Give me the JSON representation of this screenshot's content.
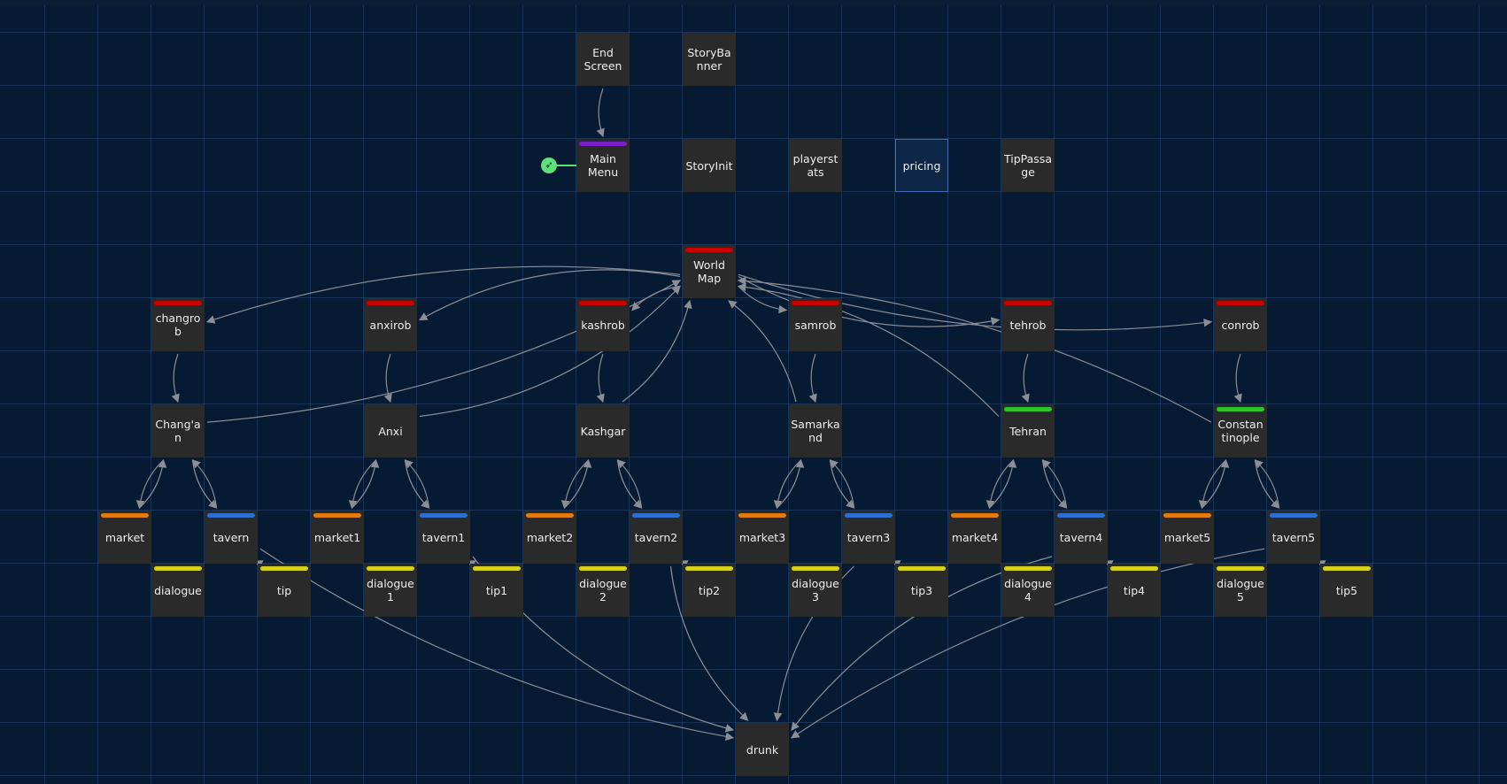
{
  "app": {
    "start_icon": "rocket-icon",
    "start_color": "#5de07a",
    "grid_color": "#2a4f80",
    "background": "#061a33",
    "arrow_color": "#8a8f96"
  },
  "tag_colors": {
    "red": "#c80000",
    "purple": "#7a1fc9",
    "green": "#2bc42b",
    "orange": "#e07b12",
    "blue": "#2d6fd1",
    "yellow": "#d4d21c"
  },
  "passages": [
    {
      "id": "end-screen",
      "label": "End Screen",
      "tag": null,
      "selected": false
    },
    {
      "id": "storybanner",
      "label": "StoryBanner",
      "tag": null,
      "selected": false
    },
    {
      "id": "main-menu",
      "label": "Main Menu",
      "tag": "purple",
      "selected": false,
      "start": true
    },
    {
      "id": "storyinit",
      "label": "StoryInit",
      "tag": null,
      "selected": false
    },
    {
      "id": "playerstats",
      "label": "playerstats",
      "tag": null,
      "selected": false
    },
    {
      "id": "pricing",
      "label": "pricing",
      "tag": null,
      "selected": true
    },
    {
      "id": "tippassage",
      "label": "TipPassage",
      "tag": null,
      "selected": false
    },
    {
      "id": "world-map",
      "label": "World Map",
      "tag": "red",
      "selected": false
    },
    {
      "id": "changrob",
      "label": "changrob",
      "tag": "red",
      "selected": false
    },
    {
      "id": "anxirob",
      "label": "anxirob",
      "tag": "red",
      "selected": false
    },
    {
      "id": "kashrob",
      "label": "kashrob",
      "tag": "red",
      "selected": false
    },
    {
      "id": "samrob",
      "label": "samrob",
      "tag": "red",
      "selected": false
    },
    {
      "id": "tehrob",
      "label": "tehrob",
      "tag": "red",
      "selected": false
    },
    {
      "id": "conrob",
      "label": "conrob",
      "tag": "red",
      "selected": false
    },
    {
      "id": "changan",
      "label": "Chang'an",
      "tag": null,
      "selected": false
    },
    {
      "id": "anxi",
      "label": "Anxi",
      "tag": null,
      "selected": false
    },
    {
      "id": "kashgar",
      "label": "Kashgar",
      "tag": null,
      "selected": false
    },
    {
      "id": "samarkand",
      "label": "Samarkand",
      "tag": null,
      "selected": false
    },
    {
      "id": "tehran",
      "label": "Tehran",
      "tag": "green",
      "selected": false
    },
    {
      "id": "constantinople",
      "label": "Constantinople",
      "tag": "green",
      "selected": false
    },
    {
      "id": "market",
      "label": "market",
      "tag": "orange",
      "selected": false
    },
    {
      "id": "tavern",
      "label": "tavern",
      "tag": "blue",
      "selected": false
    },
    {
      "id": "market1",
      "label": "market1",
      "tag": "orange",
      "selected": false
    },
    {
      "id": "tavern1",
      "label": "tavern1",
      "tag": "blue",
      "selected": false
    },
    {
      "id": "market2",
      "label": "market2",
      "tag": "orange",
      "selected": false
    },
    {
      "id": "tavern2",
      "label": "tavern2",
      "tag": "blue",
      "selected": false
    },
    {
      "id": "market3",
      "label": "market3",
      "tag": "orange",
      "selected": false
    },
    {
      "id": "tavern3",
      "label": "tavern3",
      "tag": "blue",
      "selected": false
    },
    {
      "id": "market4",
      "label": "market4",
      "tag": "orange",
      "selected": false
    },
    {
      "id": "tavern4",
      "label": "tavern4",
      "tag": "blue",
      "selected": false
    },
    {
      "id": "market5",
      "label": "market5",
      "tag": "orange",
      "selected": false
    },
    {
      "id": "tavern5",
      "label": "tavern5",
      "tag": "blue",
      "selected": false
    },
    {
      "id": "dialogue",
      "label": "dialogue",
      "tag": "yellow",
      "selected": false
    },
    {
      "id": "tip",
      "label": "tip",
      "tag": "yellow",
      "selected": false
    },
    {
      "id": "dialogue1",
      "label": "dialogue1",
      "tag": "yellow",
      "selected": false
    },
    {
      "id": "tip1",
      "label": "tip1",
      "tag": "yellow",
      "selected": false
    },
    {
      "id": "dialogue2",
      "label": "dialogue2",
      "tag": "yellow",
      "selected": false
    },
    {
      "id": "tip2",
      "label": "tip2",
      "tag": "yellow",
      "selected": false
    },
    {
      "id": "dialogue3",
      "label": "dialogue3",
      "tag": "yellow",
      "selected": false
    },
    {
      "id": "tip3",
      "label": "tip3",
      "tag": "yellow",
      "selected": false
    },
    {
      "id": "dialogue4",
      "label": "dialogue4",
      "tag": "yellow",
      "selected": false
    },
    {
      "id": "tip4",
      "label": "tip4",
      "tag": "yellow",
      "selected": false
    },
    {
      "id": "dialogue5",
      "label": "dialogue5",
      "tag": "yellow",
      "selected": false
    },
    {
      "id": "tip5",
      "label": "tip5",
      "tag": "yellow",
      "selected": false
    },
    {
      "id": "drunk",
      "label": "drunk",
      "tag": null,
      "selected": false
    }
  ],
  "links": [
    [
      "end-screen",
      "main-menu"
    ],
    [
      "world-map",
      "changrob"
    ],
    [
      "world-map",
      "anxirob"
    ],
    [
      "world-map",
      "kashrob"
    ],
    [
      "world-map",
      "samrob"
    ],
    [
      "world-map",
      "tehrob"
    ],
    [
      "world-map",
      "conrob"
    ],
    [
      "changrob",
      "changan"
    ],
    [
      "anxirob",
      "anxi"
    ],
    [
      "kashrob",
      "kashgar"
    ],
    [
      "samrob",
      "samarkand"
    ],
    [
      "tehrob",
      "tehran"
    ],
    [
      "conrob",
      "constantinople"
    ],
    [
      "changan",
      "world-map"
    ],
    [
      "anxi",
      "world-map"
    ],
    [
      "kashgar",
      "world-map"
    ],
    [
      "samarkand",
      "world-map"
    ],
    [
      "tehran",
      "world-map"
    ],
    [
      "constantinople",
      "world-map"
    ],
    [
      "changan",
      "market"
    ],
    [
      "changan",
      "tavern"
    ],
    [
      "anxi",
      "market1"
    ],
    [
      "anxi",
      "tavern1"
    ],
    [
      "kashgar",
      "market2"
    ],
    [
      "kashgar",
      "tavern2"
    ],
    [
      "samarkand",
      "market3"
    ],
    [
      "samarkand",
      "tavern3"
    ],
    [
      "tehran",
      "market4"
    ],
    [
      "tehran",
      "tavern4"
    ],
    [
      "constantinople",
      "market5"
    ],
    [
      "constantinople",
      "tavern5"
    ],
    [
      "market",
      "changan"
    ],
    [
      "tavern",
      "changan"
    ],
    [
      "market1",
      "anxi"
    ],
    [
      "tavern1",
      "anxi"
    ],
    [
      "market2",
      "kashgar"
    ],
    [
      "tavern2",
      "kashgar"
    ],
    [
      "market3",
      "samarkand"
    ],
    [
      "tavern3",
      "samarkand"
    ],
    [
      "market4",
      "tehran"
    ],
    [
      "tavern4",
      "tehran"
    ],
    [
      "market5",
      "constantinople"
    ],
    [
      "tavern5",
      "constantinople"
    ],
    [
      "tavern",
      "tip"
    ],
    [
      "tavern1",
      "tip1"
    ],
    [
      "tavern2",
      "tip2"
    ],
    [
      "tavern3",
      "tip3"
    ],
    [
      "tavern4",
      "tip4"
    ],
    [
      "tavern5",
      "tip5"
    ],
    [
      "tavern",
      "drunk"
    ],
    [
      "tavern1",
      "drunk"
    ],
    [
      "tavern2",
      "drunk"
    ],
    [
      "tavern3",
      "drunk"
    ],
    [
      "tavern4",
      "drunk"
    ],
    [
      "tavern5",
      "drunk"
    ]
  ]
}
